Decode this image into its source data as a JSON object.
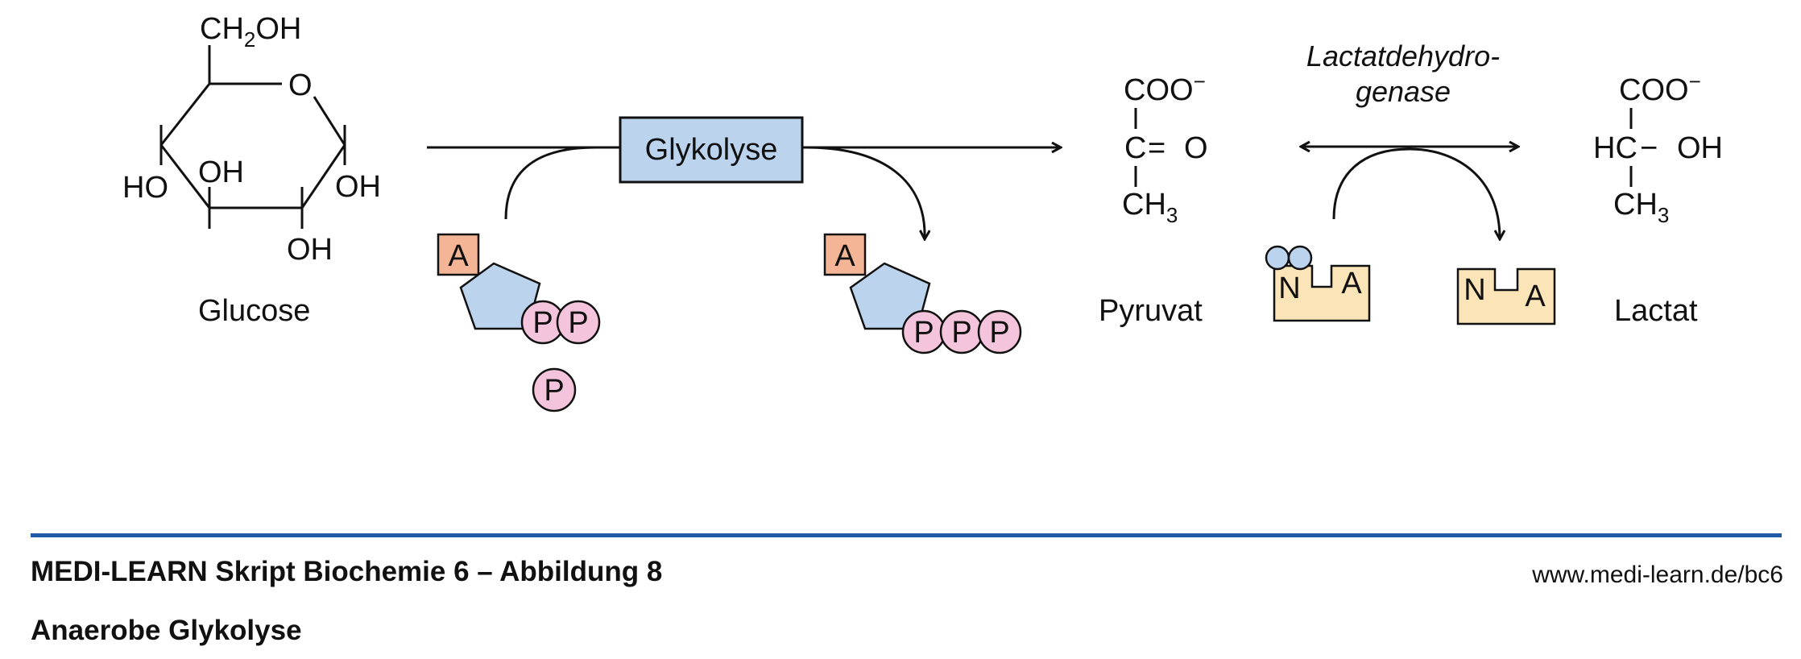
{
  "glucose": {
    "label": "Glucose",
    "groups": {
      "ch2oh": "CH",
      "ch2oh_sub": "2",
      "ch2oh_end": "OH",
      "ring_o": "O",
      "ho_left": "HO",
      "oh_inner": "OH",
      "oh_right": "OH",
      "oh_bottom": "OH"
    }
  },
  "process": {
    "glycolysis_box": "Glykolyse"
  },
  "adp": {
    "base": "A",
    "phosphates": [
      "P",
      "P"
    ],
    "free_phosphate": "P"
  },
  "atp": {
    "base": "A",
    "phosphates": [
      "P",
      "P",
      "P"
    ]
  },
  "pyruvat": {
    "label": "Pyruvat",
    "coo": "COO",
    "coo_charge": "−",
    "c": "C",
    "eq": "=",
    "o": "O",
    "ch": "CH",
    "ch_sub": "3"
  },
  "enzyme": {
    "line1": "Lactatdehydro-",
    "line2": "genase"
  },
  "nadh": {
    "left": "N",
    "right": "A"
  },
  "nad": {
    "left": "N",
    "right": "A"
  },
  "lactat": {
    "label": "Lactat",
    "coo": "COO",
    "coo_charge": "−",
    "hc": "HC",
    "dash": "−",
    "oh": "OH",
    "ch": "CH",
    "ch_sub": "3"
  },
  "colors": {
    "box_blue": "#bcd3ee",
    "adenine": "#f3b596",
    "pentose": "#bcd3ee",
    "phosphate": "#f4c4dc",
    "nad": "#fbe4b8",
    "h_dots": "#bcd3ee",
    "rule": "#1f5aa6"
  },
  "footer": {
    "title": "MEDI-LEARN Skript Biochemie 6 – Abbildung 8",
    "subtitle": "Anaerobe Glykolyse",
    "url": "www.medi-learn.de/bc6"
  }
}
